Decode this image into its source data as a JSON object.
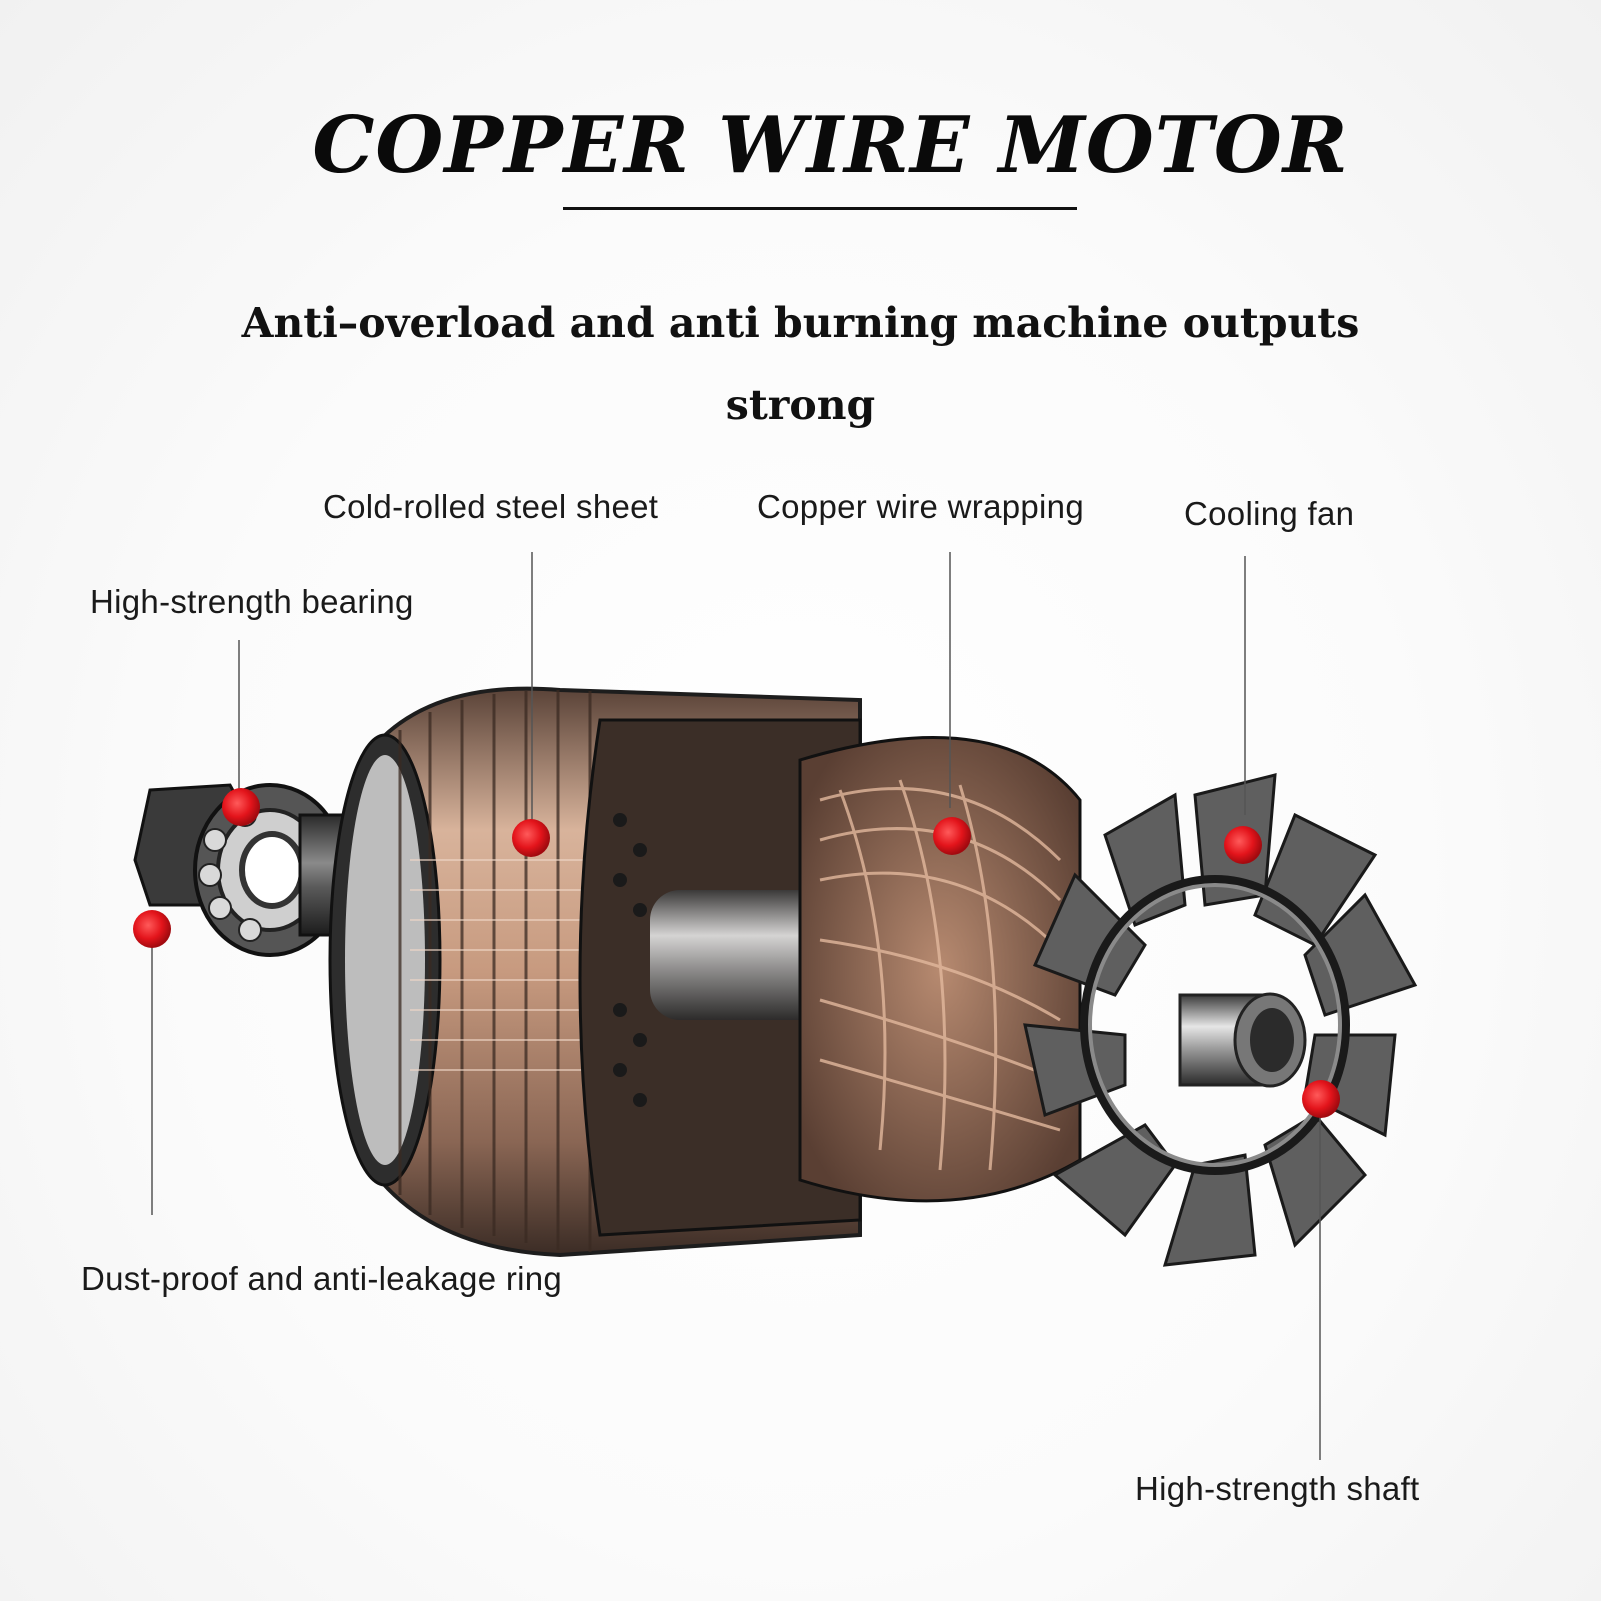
{
  "header": {
    "title": "COPPER WIRE MOTOR",
    "subtitle": "Anti–overload and anti burning machine outputs strong"
  },
  "callouts": {
    "cold_rolled": "Cold-rolled steel sheet",
    "copper_wire": "Copper wire wrapping",
    "cooling_fan": "Cooling fan",
    "bearing": "High-strength bearing",
    "dust_ring": "Dust-proof and anti-leakage ring",
    "shaft": "High-strength shaft"
  },
  "colors": {
    "marker": "#e3141b",
    "copper": "#c9977a",
    "steel": "#6d6d6d",
    "fan": "#5f5f5f",
    "leader": "#555555"
  }
}
